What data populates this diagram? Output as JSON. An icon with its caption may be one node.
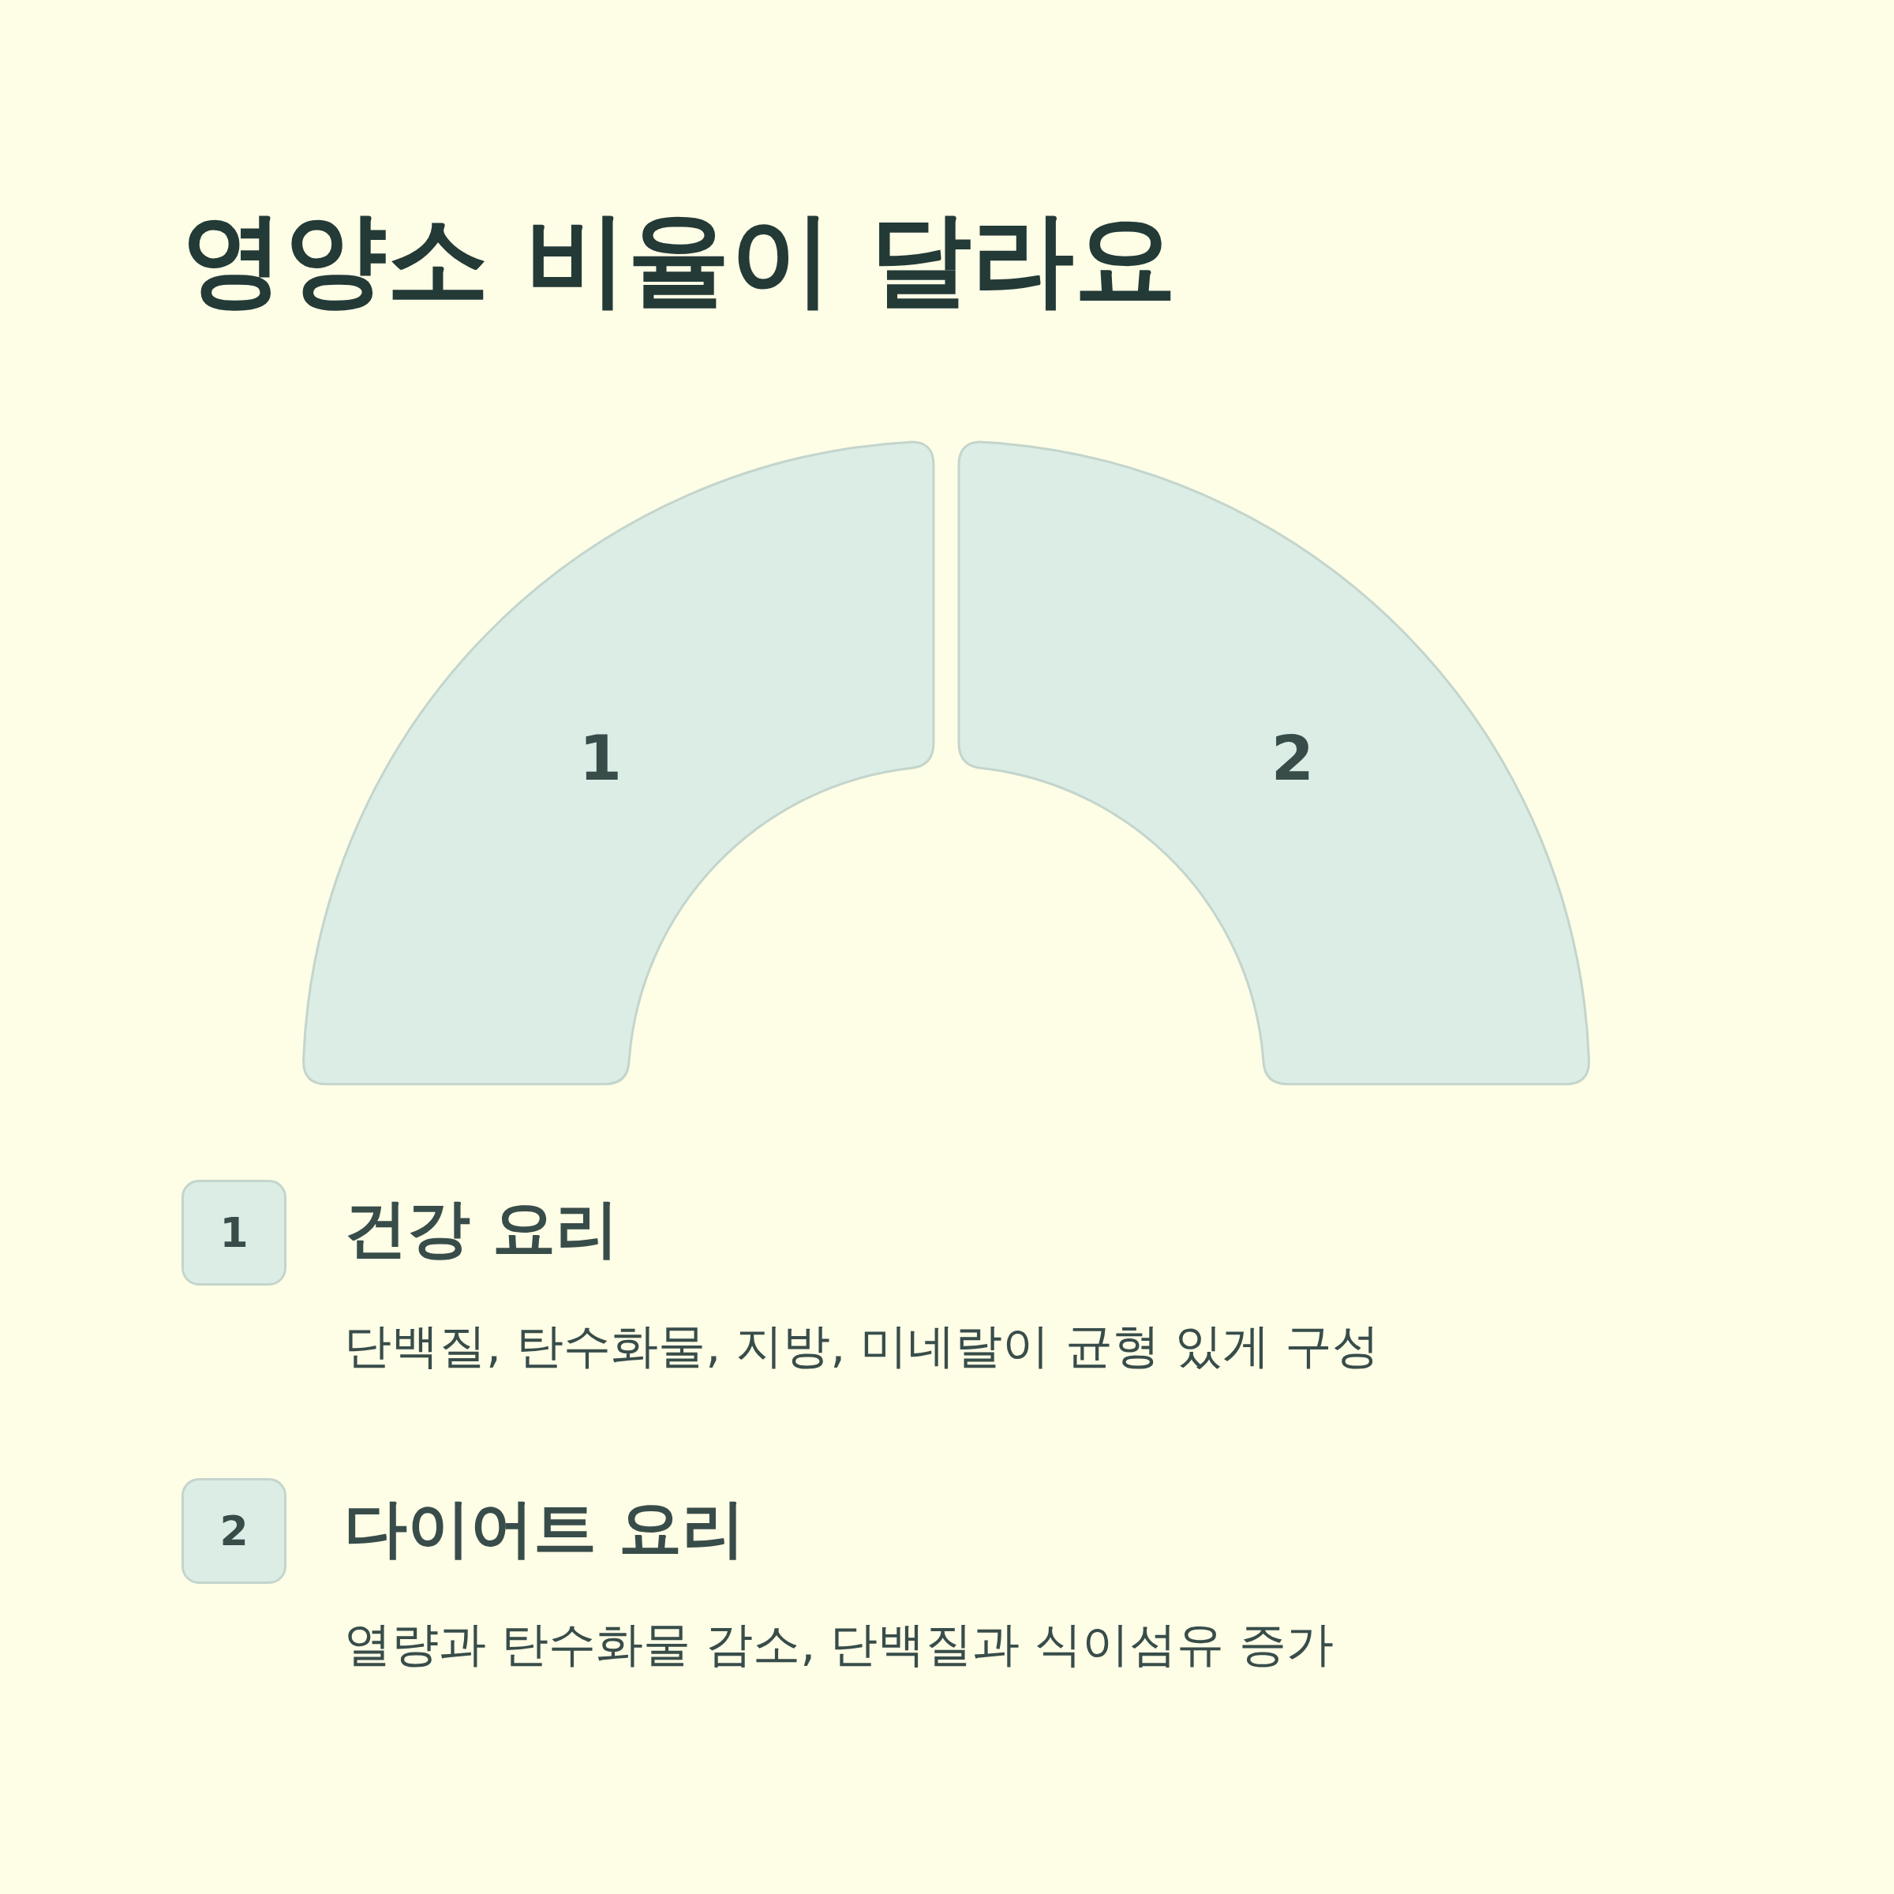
{
  "diagram": {
    "title": "영양소 비율이 달라요",
    "nodes": [
      {
        "text": [
          "1"
        ]
      },
      {
        "text": [
          "2"
        ]
      },
      {
        "text": [
          "1"
        ],
        "beside": [
          "건강 요리",
          "단백질, 탄수화물, 지방, 미네랄이 균형 있게 구성"
        ]
      },
      {
        "text": [
          "2"
        ],
        "beside": [
          "다이어트 요리",
          "열량과 탄수화물 감소, 단백질과 식이섬유 증가"
        ]
      }
    ]
  }
}
